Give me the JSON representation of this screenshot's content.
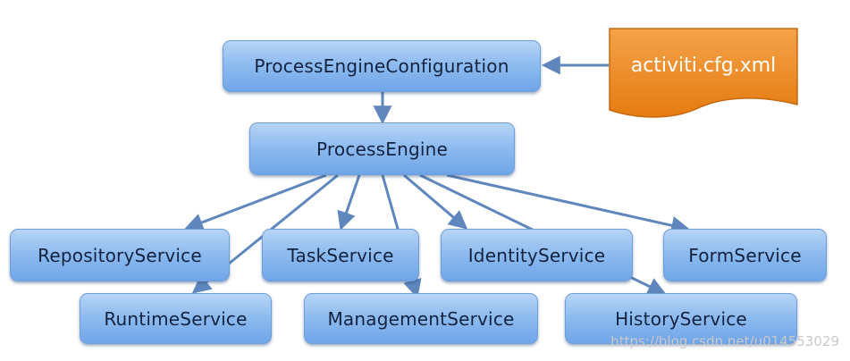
{
  "nodes": {
    "config": "ProcessEngineConfiguration",
    "engine": "ProcessEngine",
    "repository": "RepositoryService",
    "task": "TaskService",
    "identity": "IdentityService",
    "form": "FormService",
    "runtime": "RuntimeService",
    "management": "ManagementService",
    "history": "HistoryService"
  },
  "config_file": "activiti.cfg.xml",
  "watermark": "https://blog.csdn.net/u014553029",
  "colors": {
    "node_fill": "#8fbcf0",
    "node_text": "#13233f",
    "arrow": "#5f87bd",
    "file_fill": "#ee8a1c"
  }
}
